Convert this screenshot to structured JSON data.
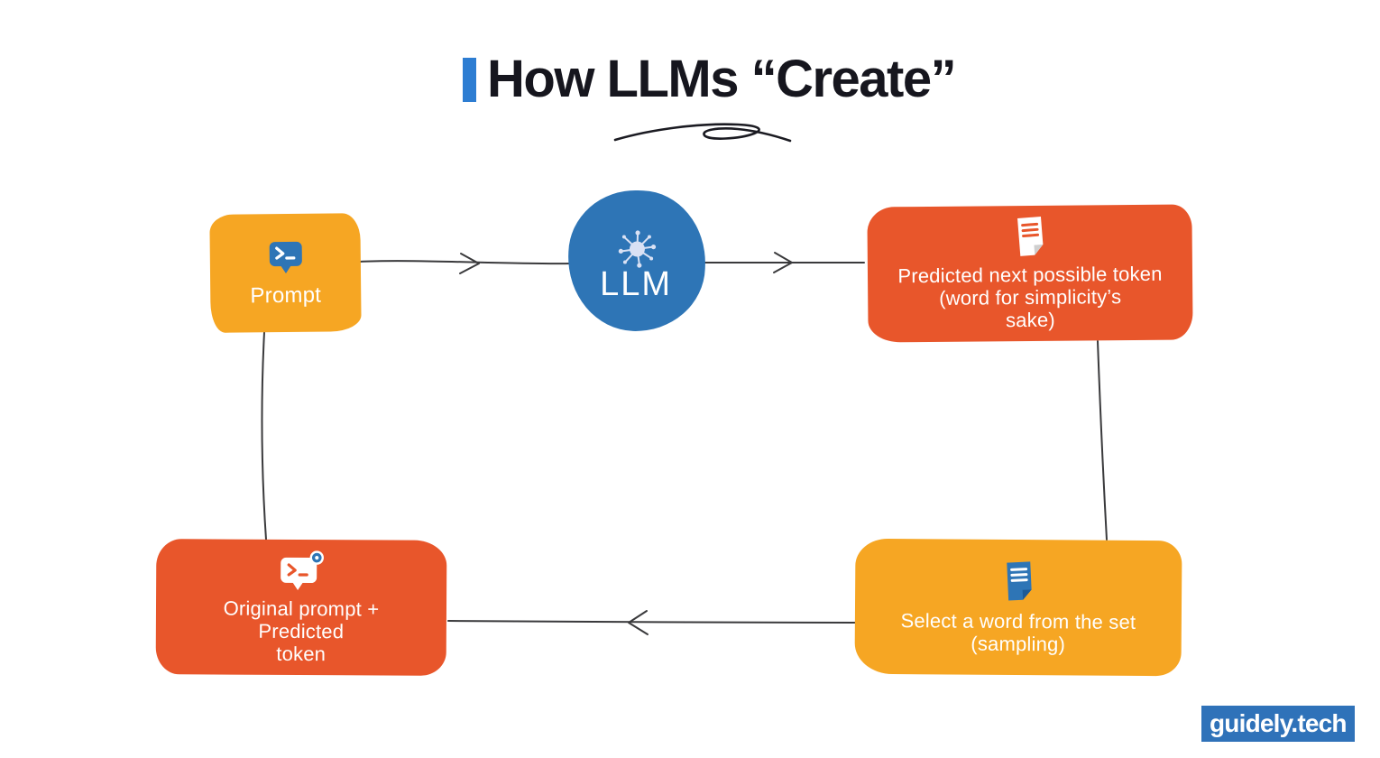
{
  "title": {
    "text": "How LLMs “Create”",
    "accent_bar_color": "#2D7DD2",
    "text_color": "#16161E"
  },
  "nodes": {
    "prompt": {
      "label": "Prompt",
      "color": "#F6A623",
      "icon": "terminal-bubble-icon"
    },
    "llm": {
      "label": "LLM",
      "color": "#2E75B6",
      "icon": "neural-network-icon"
    },
    "predicted": {
      "line1": "Predicted next possible token",
      "line2": "(word for simplicity’s",
      "line3": "sake)",
      "color": "#E8562B",
      "icon": "document-icon"
    },
    "select": {
      "line1": "Select a word from the set",
      "line2": "(sampling)",
      "color": "#F6A623",
      "icon": "document-icon"
    },
    "original": {
      "line1": "Original prompt +",
      "line2": "Predicted",
      "line3": "token",
      "color": "#E8562B",
      "icon": "terminal-bubble-badge-icon"
    }
  },
  "colors": {
    "arrow": "#3A3A3C",
    "squiggle": "#1B1B22",
    "brand_bg": "#2F72B9"
  },
  "footer": {
    "brand": "guidely.tech"
  }
}
